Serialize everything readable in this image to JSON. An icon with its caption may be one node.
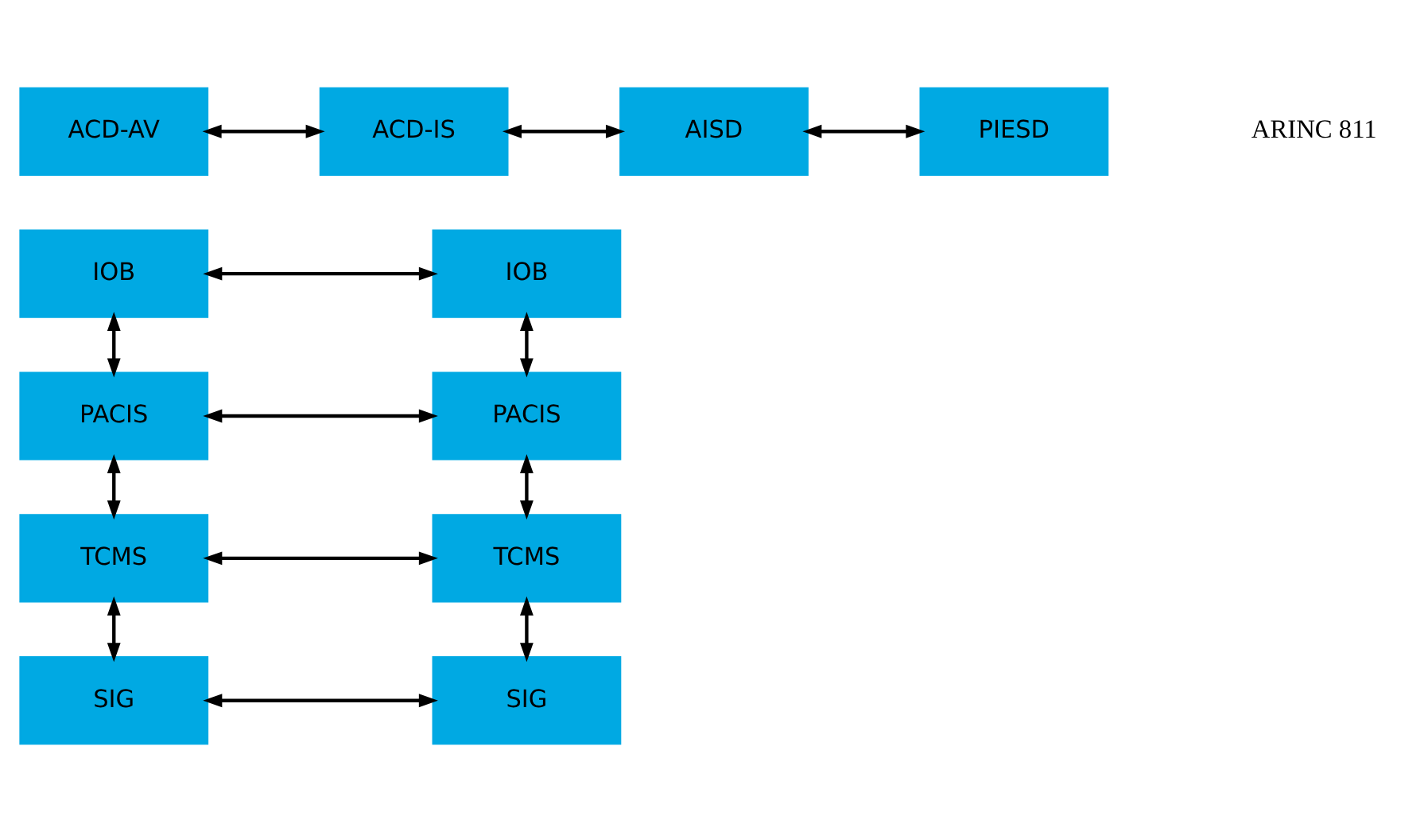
{
  "diagram": {
    "nodes": [
      {
        "text": [
          "ACD-AV"
        ]
      },
      {
        "text": [
          "ACD-IS"
        ]
      },
      {
        "text": [
          "AISD"
        ]
      },
      {
        "text": [
          "PIESD"
        ]
      },
      {
        "text": [
          "IOB"
        ]
      },
      {
        "text": [
          "IOB"
        ]
      },
      {
        "text": [
          "PACIS"
        ]
      },
      {
        "text": [
          "PACIS"
        ]
      },
      {
        "text": [
          "TCMS"
        ]
      },
      {
        "text": [
          "TCMS"
        ]
      },
      {
        "text": [
          "SIG"
        ]
      },
      {
        "text": [
          "SIG"
        ]
      }
    ],
    "edges": [
      {
        "from": 0,
        "to": 1,
        "arrow": "both"
      },
      {
        "from": 1,
        "to": 2,
        "arrow": "both"
      },
      {
        "from": 2,
        "to": 3,
        "arrow": "both"
      },
      {
        "from": 4,
        "to": 5,
        "arrow": "both"
      },
      {
        "from": 4,
        "to": 6,
        "arrow": "both"
      },
      {
        "from": 5,
        "to": 7,
        "arrow": "both"
      },
      {
        "from": 6,
        "to": 7,
        "arrow": "both"
      },
      {
        "from": 6,
        "to": 8,
        "arrow": "both"
      },
      {
        "from": 7,
        "to": 9,
        "arrow": "both"
      },
      {
        "from": 8,
        "to": 9,
        "arrow": "both"
      },
      {
        "from": 8,
        "to": 10,
        "arrow": "both"
      },
      {
        "from": 9,
        "to": 11,
        "arrow": "both"
      },
      {
        "from": 10,
        "to": 11,
        "arrow": "both"
      }
    ],
    "labels": [
      "ARINC 811"
    ]
  }
}
